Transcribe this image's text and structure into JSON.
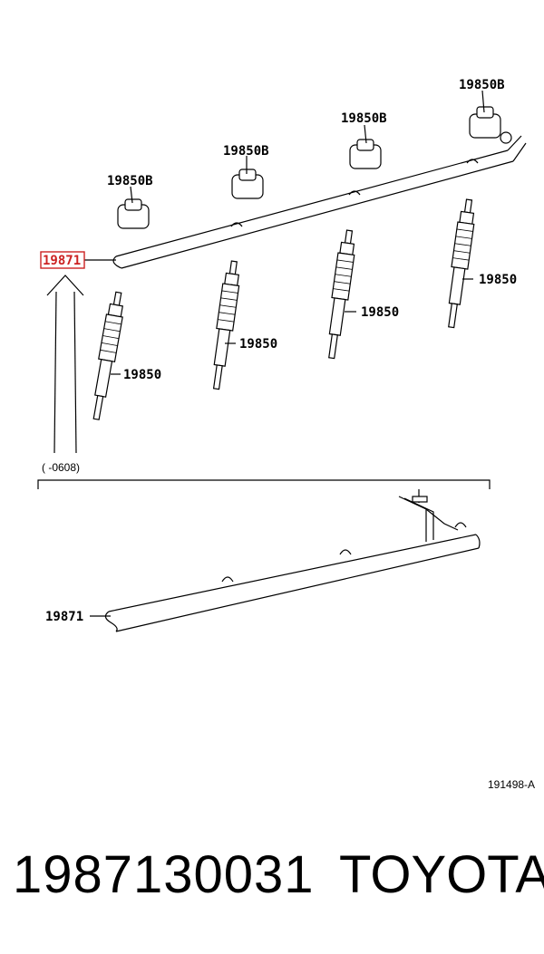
{
  "labels": {
    "grommet": "19850B",
    "glow_plug": "19850",
    "glow_plug_connector": "19871",
    "date_note": "(    -0608)",
    "reference_code": "191498-A"
  },
  "highlight_color": "#cc2222",
  "footer": {
    "part_number": "1987130031",
    "brand": "TOYOTA"
  }
}
